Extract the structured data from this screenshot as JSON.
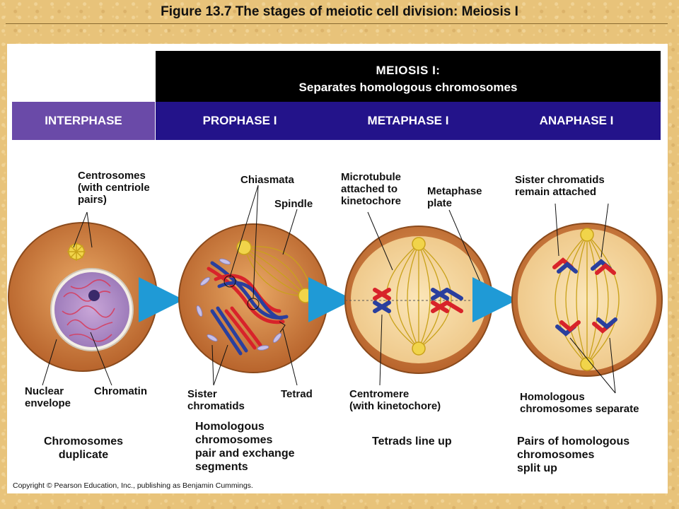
{
  "title": "Figure 13.7  The stages of meiotic cell division: Meiosis I",
  "banner": {
    "line1": "MEIOSIS I:",
    "line2": "Separates homologous chromosomes"
  },
  "phases": [
    "INTERPHASE",
    "PROPHASE I",
    "METAPHASE I",
    "ANAPHASE I"
  ],
  "labels": {
    "centrosomes": [
      "Centrosomes",
      "(with centriole",
      "pairs)"
    ],
    "nuclear_envelope": [
      "Nuclear",
      "envelope"
    ],
    "chromatin": "Chromatin",
    "chiasmata": "Chiasmata",
    "spindle": "Spindle",
    "sister_chromatids": [
      "Sister",
      "chromatids"
    ],
    "tetrad": "Tetrad",
    "microtubule": [
      "Microtubule",
      "attached to",
      "kinetochore"
    ],
    "metaphase_plate": [
      "Metaphase",
      "plate"
    ],
    "centromere": [
      "Centromere",
      "(with kinetochore)"
    ],
    "sister_attached": [
      "Sister chromatids",
      "remain attached"
    ],
    "homologous_separate": [
      "Homologous",
      "chromosomes separate"
    ]
  },
  "captions": {
    "interphase": [
      "Chromosomes",
      "duplicate"
    ],
    "prophase": [
      "Homologous",
      "chromosomes",
      "pair and exchange",
      "segments"
    ],
    "metaphase": "Tetrads line up",
    "anaphase": [
      "Pairs of homologous",
      "chromosomes",
      "split up"
    ]
  },
  "copyright": "Copyright © Pearson Education, Inc., publishing as Benjamin Cummings.",
  "colors": {
    "cell_outer": "#c8763a",
    "cell_inner": "#f6d9a0",
    "spindle": "#c9a21a",
    "chromosome_red": "#d8232a",
    "chromosome_blue": "#2a3f9e",
    "arrow": "#1f9ad6",
    "interphase_bar": "#6a4aa8",
    "meiosis_bar": "#23138a"
  }
}
